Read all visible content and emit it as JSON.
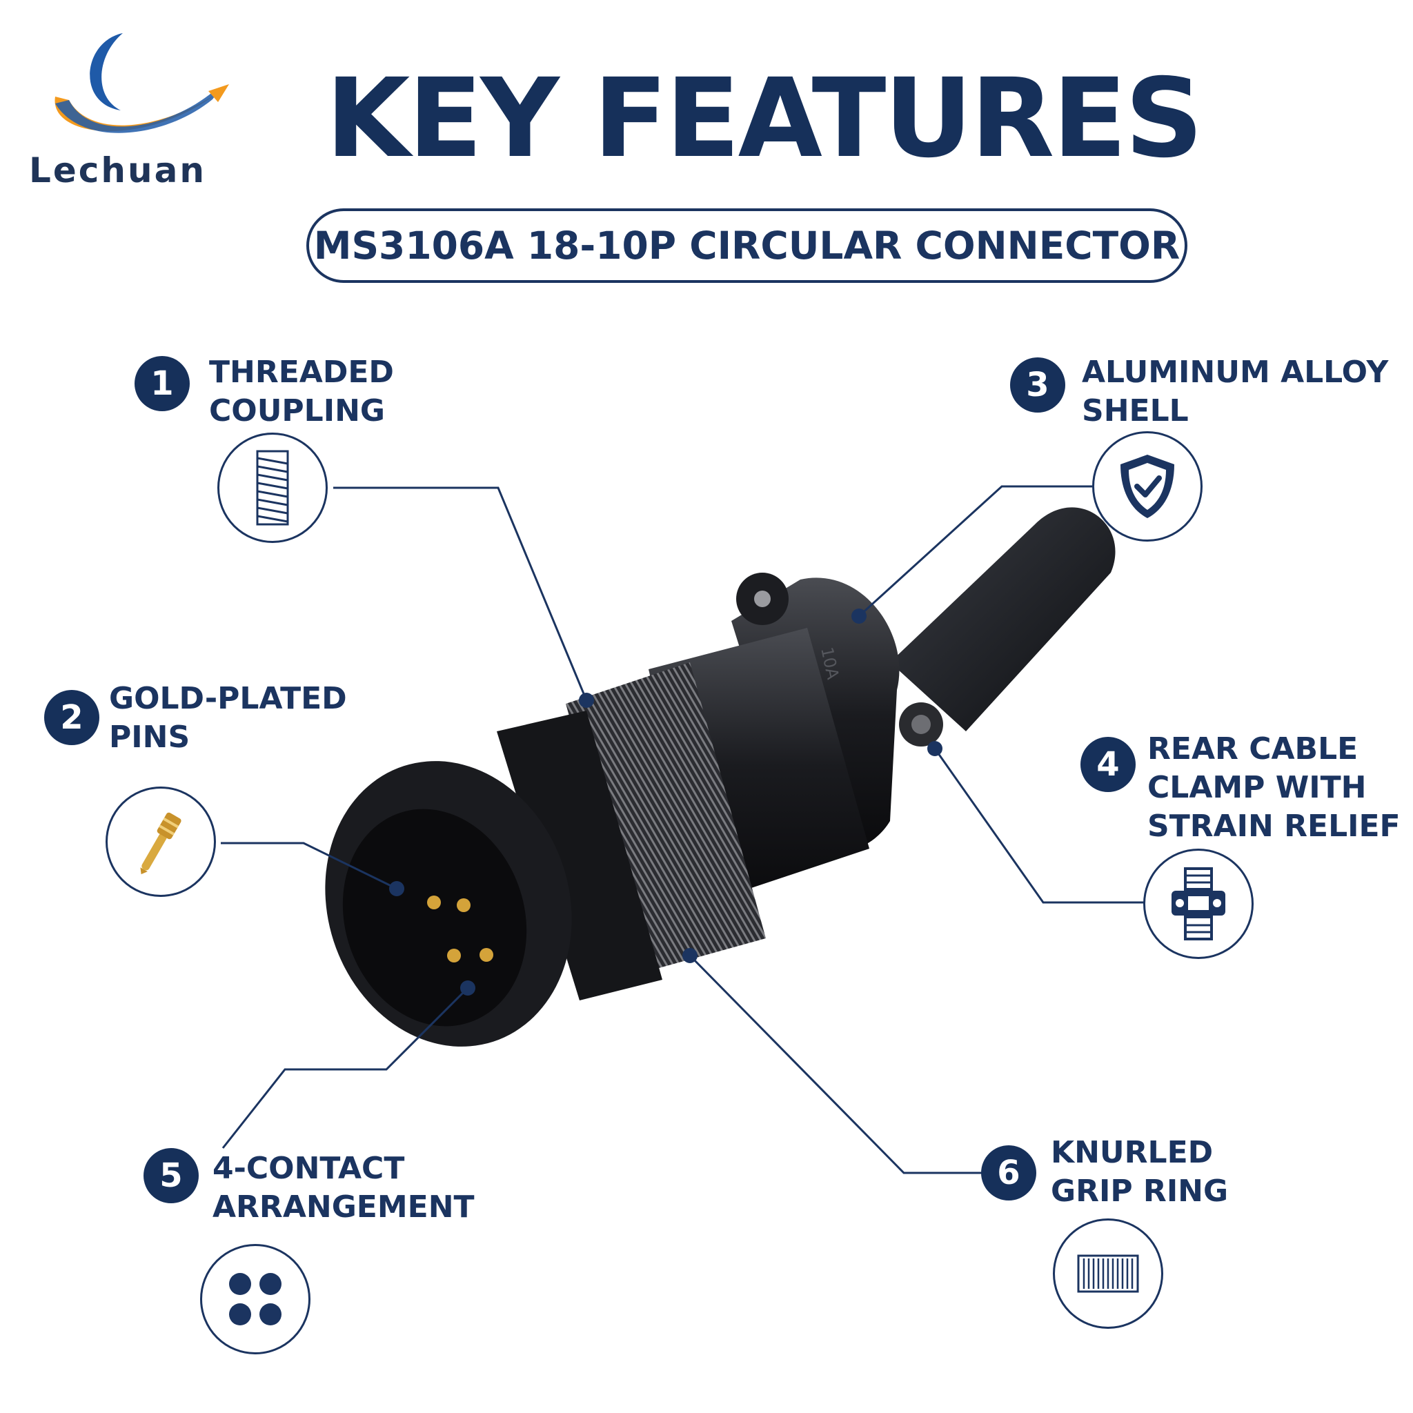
{
  "brand": {
    "name": "Lechuan",
    "colors": {
      "navy": "#16305a",
      "orange": "#f39a1e",
      "blue": "#1f5aa8"
    }
  },
  "header": {
    "title": "KEY FEATURES",
    "subtitle": "MS3106A 18-10P CIRCULAR CONNECTOR"
  },
  "features": [
    {
      "number": "1",
      "line1": "THREADED",
      "line2": "COUPLING",
      "icon": "thread-icon"
    },
    {
      "number": "2",
      "line1": "GOLD-PLATED",
      "line2": "PINS",
      "icon": "pin-icon"
    },
    {
      "number": "3",
      "line1": "ALUMINUM ALLOY",
      "line2": "SHELL",
      "icon": "shield-check-icon"
    },
    {
      "number": "4",
      "line1": "REAR CABLE",
      "line2": "CLAMP WITH",
      "line3": "STRAIN RELIEF",
      "icon": "cable-clamp-icon"
    },
    {
      "number": "5",
      "line1": "4-CONTACT",
      "line2": "ARRANGEMENT",
      "icon": "four-dots-icon"
    },
    {
      "number": "6",
      "line1": "KNURLED",
      "line2": "GRIP RING",
      "icon": "knurl-icon"
    }
  ],
  "product": {
    "marking": "10A"
  }
}
